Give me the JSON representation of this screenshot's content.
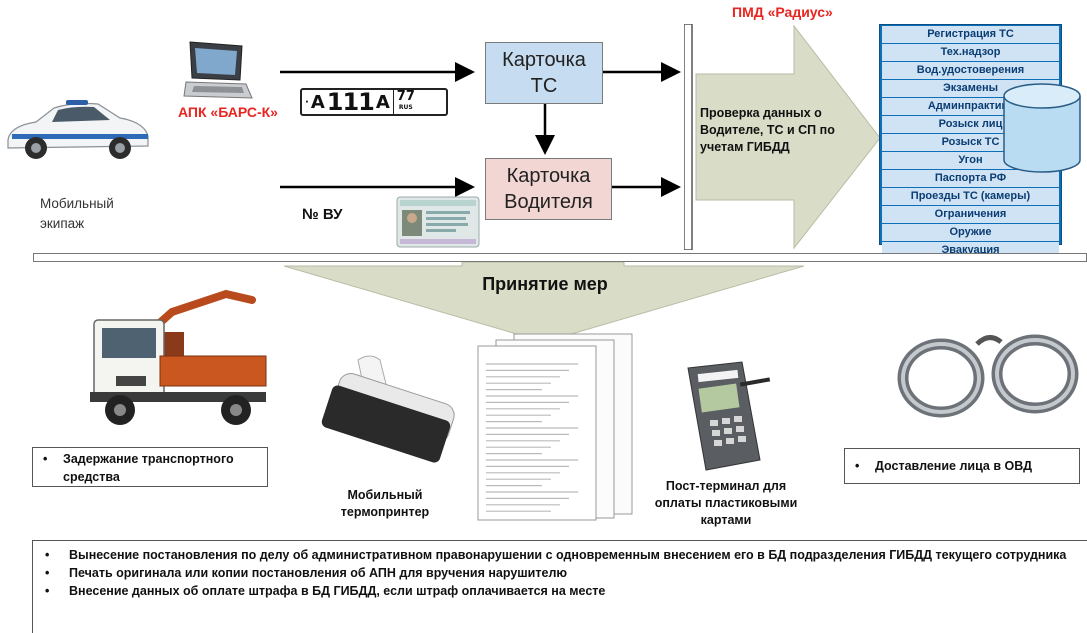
{
  "top": {
    "pmd_label": "ПМД «Радиус»",
    "apk_label": "АПК «БАРС-К»",
    "vehicle_label_line1": "Мобильный",
    "vehicle_label_line2": "экипаж",
    "vu_label": "№ ВУ",
    "plate": {
      "left": "А",
      "digits": "111",
      "right": "А",
      "region": "77",
      "country": "RUS"
    },
    "card_ts_line1": "Карточка",
    "card_ts_line2": "ТС",
    "card_driver_line1": "Карточка",
    "card_driver_line2": "Водителя",
    "check_text": "Проверка данных о Водителе, ТС и СП по учетам ГИБДД",
    "db_items": [
      "Регистрация ТС",
      "Тех.надзор",
      "Вод.удостоверения",
      "Экзамены",
      "Админпрактика",
      "Розыск лиц",
      "Розыск ТС",
      "Угон",
      "Паспорта РФ",
      "Проезды ТС (камеры)",
      "Ограничения",
      "Оружие",
      "Эвакуация"
    ]
  },
  "measures": {
    "title": "Принятие мер",
    "detention": "Задержание транспортного средства",
    "delivery": "Доставление лица в ОВД",
    "printer_line1": "Мобильный",
    "printer_line2": "термопринтер",
    "terminal_line1": "Пост-терминал для",
    "terminal_line2": "оплаты пластиковыми",
    "terminal_line3": "картами"
  },
  "bottom_bullets": [
    "Вынесение постановления по делу об административном правонарушении с одновременным внесением его в БД подразделения ГИБДД текущего сотрудника",
    "Печать оригинала или копии постановления об АПН для вручения нарушителю",
    "Внесение данных об оплате штрафа в БД ГИБДД, если штраф оплачивается на месте"
  ],
  "colors": {
    "card_ts_fill": "#c6dcf0",
    "card_driver_fill": "#f2d6d3",
    "arrow_fill": "#d9dcc6",
    "db_blue": "#0c6fb8",
    "db_item": "#cfe3f5",
    "red_label": "#e8251f",
    "cylinder": "#b9dcf3"
  }
}
